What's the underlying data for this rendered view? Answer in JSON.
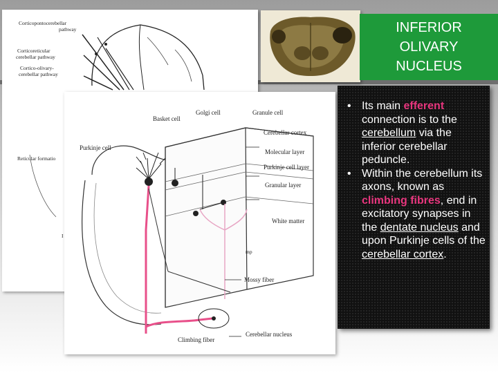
{
  "title": {
    "line1": "INFERIOR",
    "line2": "OLIVARY",
    "line3": "NUCLEUS"
  },
  "bullets": {
    "b1": {
      "pre": "Its main ",
      "efferent": "efferent",
      "mid": " connection is to the ",
      "cerebellum": "cerebellum",
      "post": " via the inferior cerebellar peduncle."
    },
    "b2": {
      "pre": "Within the cerebellum its axons, known as ",
      "climbing": "climbing fibres",
      "mid": ", end in excitatory synapses in the ",
      "dentate": "dentate nucleus",
      "mid2": " and upon Purkinje cells of the ",
      "cortex": "cerebellar cortex",
      "post": "."
    }
  },
  "figure_top": {
    "label1a": "Corticopontocerebellar",
    "label1b": "pathway",
    "label2a": "Corticoreticular",
    "label2b": "cerebellar pathway",
    "label3a": "Cortico-olivary-",
    "label3b": "cerebellar pathway",
    "label4": "Reticular formatio",
    "label5": "I"
  },
  "figure_main": {
    "golgi": "Golgi cell",
    "granule": "Granule cell",
    "basket": "Basket cell",
    "cortex": "Cerebellar cortex",
    "purkinje": "Purkinje cell",
    "molecular": "Molecular layer",
    "purkinje_layer": "Purkinje cell layer",
    "granular": "Granular layer",
    "white": "White matter",
    "mossy": "Mossy fiber",
    "nucleus": "Cerebellar nucleus",
    "climbing": "Climbing fiber",
    "signature": "mp"
  },
  "colors": {
    "title_bg": "#1e9a3a",
    "highlight": "#e8367e",
    "climbing_fiber": "#e8508a",
    "mossy_fiber": "#e8a6c4"
  }
}
